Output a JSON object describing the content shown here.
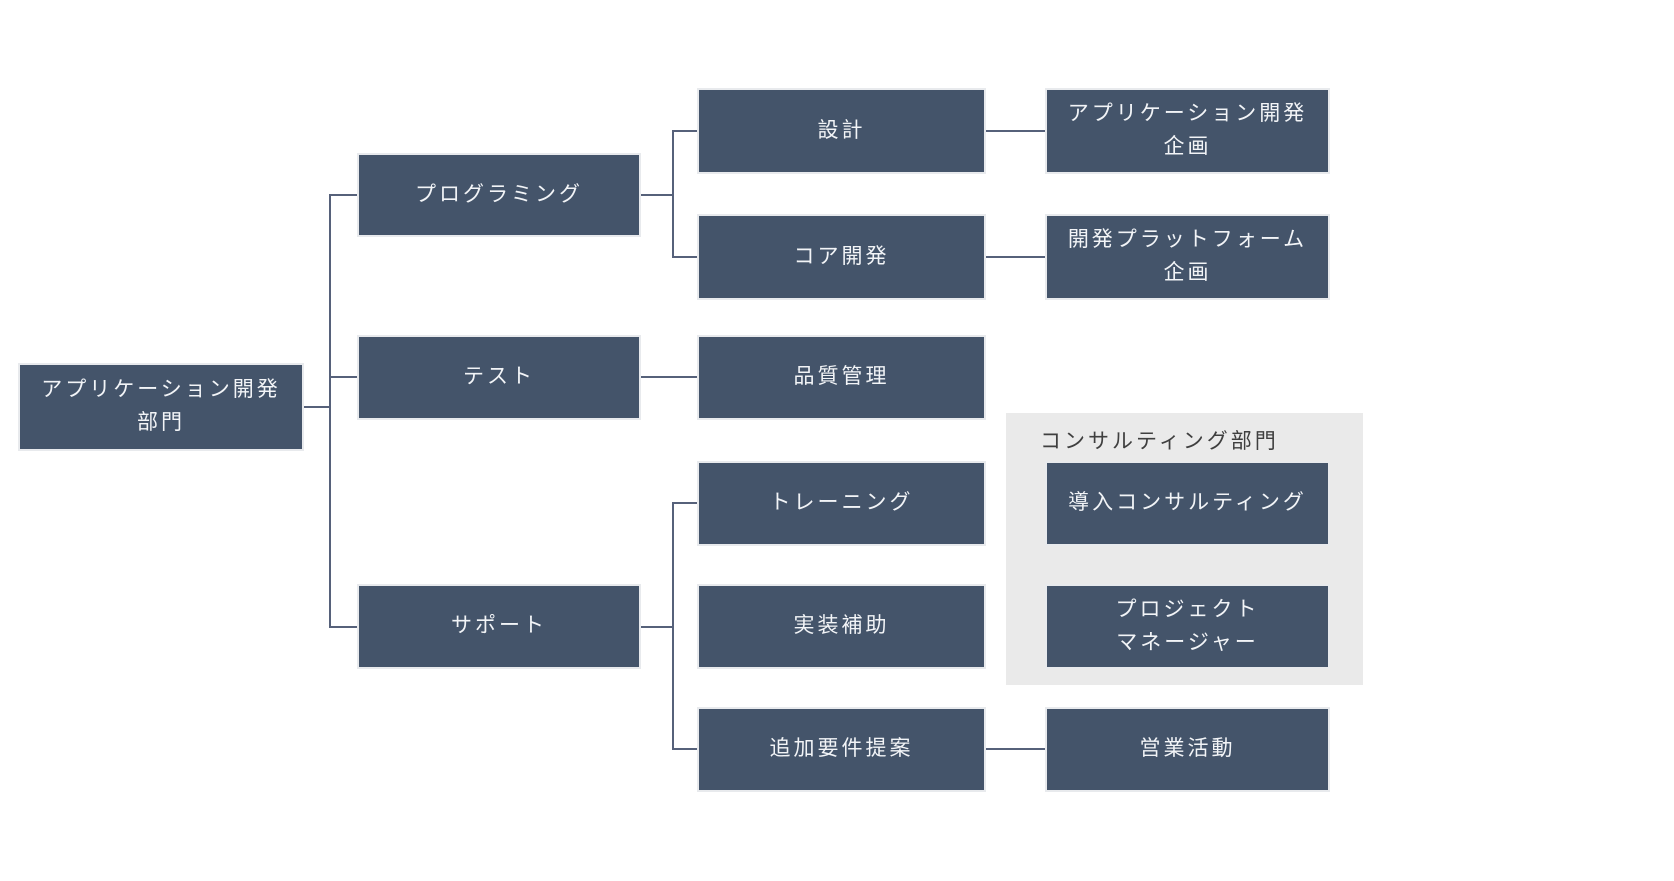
{
  "diagram": {
    "type": "org-chart",
    "nodes": {
      "root": {
        "line1": "アプリケーション開発",
        "line2": "部門"
      },
      "programming": {
        "line1": "プログラミング"
      },
      "test": {
        "line1": "テスト"
      },
      "support": {
        "line1": "サポート"
      },
      "design": {
        "line1": "設計"
      },
      "core_dev": {
        "line1": "コア開発"
      },
      "quality": {
        "line1": "品質管理"
      },
      "training": {
        "line1": "トレーニング"
      },
      "impl_support": {
        "line1": "実装補助"
      },
      "additional_req": {
        "line1": "追加要件提案"
      },
      "app_dev_planning": {
        "line1": "アプリケーション開発",
        "line2": "企画"
      },
      "dev_platform_planning": {
        "line1": "開発プラットフォーム",
        "line2": "企画"
      },
      "intro_consulting": {
        "line1": "導入コンサルティング"
      },
      "project_manager": {
        "line1": "プロジェクト",
        "line2": "マネージャー"
      },
      "sales": {
        "line1": "営業活動"
      }
    },
    "consulting_panel": {
      "title": "コンサルティング部門"
    },
    "colors": {
      "node_fill": "#44546A",
      "node_text": "#F2F4F7",
      "node_border": "#E8EAED",
      "connector": "#56617A",
      "panel_bg": "#EAEAEA",
      "panel_title": "#3F3F3F",
      "background": "#FFFFFF"
    }
  }
}
